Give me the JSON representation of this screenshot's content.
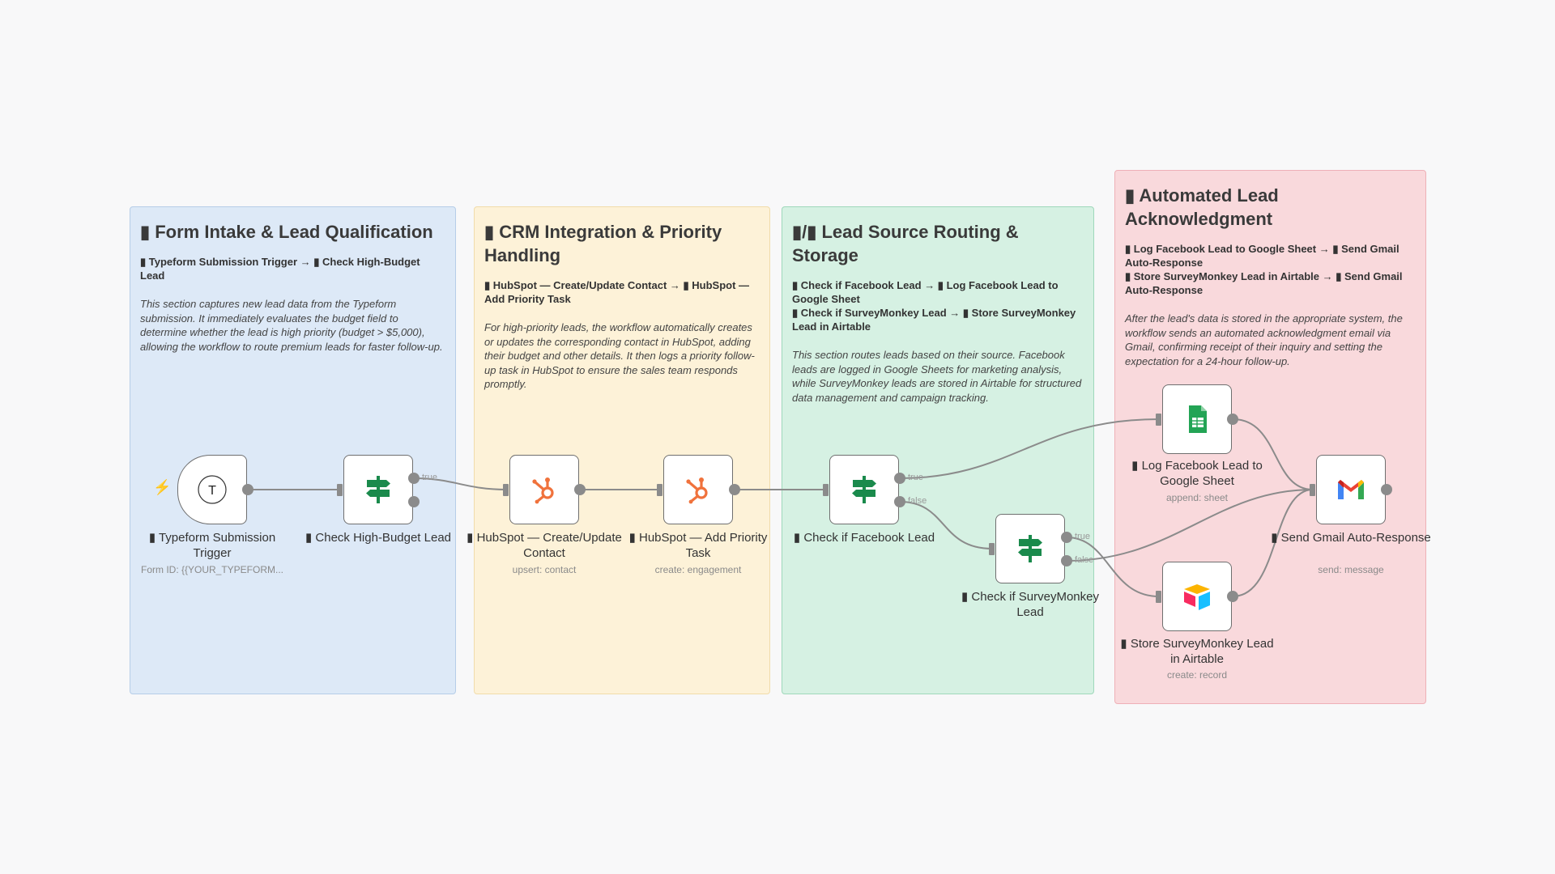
{
  "sections": [
    {
      "id": "intake",
      "title": "▮ Form Intake & Lead Qualification",
      "flow": [
        "▮ Typeform Submission Trigger → ▮ Check High-Budget Lead"
      ],
      "description": "This section captures new lead data from the Typeform submission. It immediately evaluates the budget field to determine whether the lead is high priority (budget > $5,000), allowing the workflow to route premium leads for faster follow-up."
    },
    {
      "id": "crm",
      "title": "▮ CRM Integration & Priority Handling",
      "flow": [
        "▮ HubSpot — Create/Update Contact → ▮ HubSpot — Add Priority Task"
      ],
      "description": "For high-priority leads, the workflow automatically creates or updates the corresponding contact in HubSpot, adding their budget and other details. It then logs a priority follow-up task in HubSpot to ensure the sales team responds promptly."
    },
    {
      "id": "routing",
      "title": "▮/▮ Lead Source Routing & Storage",
      "flow": [
        "▮ Check if Facebook Lead → ▮ Log Facebook Lead to Google Sheet",
        "▮ Check if SurveyMonkey Lead → ▮ Store SurveyMonkey Lead in Airtable"
      ],
      "description": "This section routes leads based on their source. Facebook leads are logged in Google Sheets for marketing analysis, while SurveyMonkey leads are stored in Airtable for structured data management and campaign tracking."
    },
    {
      "id": "ack",
      "title": "▮ Automated Lead Acknowledgment",
      "flow": [
        "▮ Log Facebook Lead to Google Sheet → ▮ Send Gmail Auto-Response",
        "▮ Store SurveyMonkey Lead in Airtable → ▮ Send Gmail Auto-Response"
      ],
      "description": "After the lead's data is stored in the appropriate system, the workflow sends an automated acknowledgment email via Gmail, confirming receipt of their inquiry and setting the expectation for a 24-hour follow-up."
    }
  ],
  "nodes": {
    "typeform": {
      "label": "▮ Typeform Submission Trigger",
      "sub": "Form ID: {{YOUR_TYPEFORM...",
      "icon": "typeform-icon",
      "glyph": "T"
    },
    "check_budget": {
      "label": "▮ Check High-Budget Lead",
      "sub": "",
      "icon": "switch-icon"
    },
    "hubspot_contact": {
      "label": "▮ HubSpot — Create/Update Contact",
      "sub": "upsert: contact",
      "icon": "hubspot-icon"
    },
    "hubspot_task": {
      "label": "▮ HubSpot — Add Priority Task",
      "sub": "create: engagement",
      "icon": "hubspot-icon"
    },
    "check_facebook": {
      "label": "▮ Check if Facebook Lead",
      "sub": "",
      "icon": "switch-icon"
    },
    "check_surveymonkey": {
      "label": "▮ Check if SurveyMonkey Lead",
      "sub": "",
      "icon": "switch-icon"
    },
    "google_sheet": {
      "label": "▮ Log Facebook Lead to Google Sheet",
      "sub": "append: sheet",
      "icon": "google-sheets-icon"
    },
    "airtable": {
      "label": "▮ Store SurveyMonkey Lead in Airtable",
      "sub": "create: record",
      "icon": "airtable-icon"
    },
    "gmail": {
      "label": "▮ Send Gmail Auto-Response",
      "sub": "send: message",
      "icon": "gmail-icon"
    }
  },
  "edge_labels": {
    "budget_true": "true",
    "facebook_true": "true",
    "facebook_false": "false",
    "survey_true": "true",
    "survey_false": "false"
  },
  "colors": {
    "switch_green": "#1a8a4c",
    "hubspot_orange": "#f0723c",
    "sheets_green": "#23a455",
    "trigger_bolt": "#f07a6c",
    "wire": "#8b8b8b"
  }
}
